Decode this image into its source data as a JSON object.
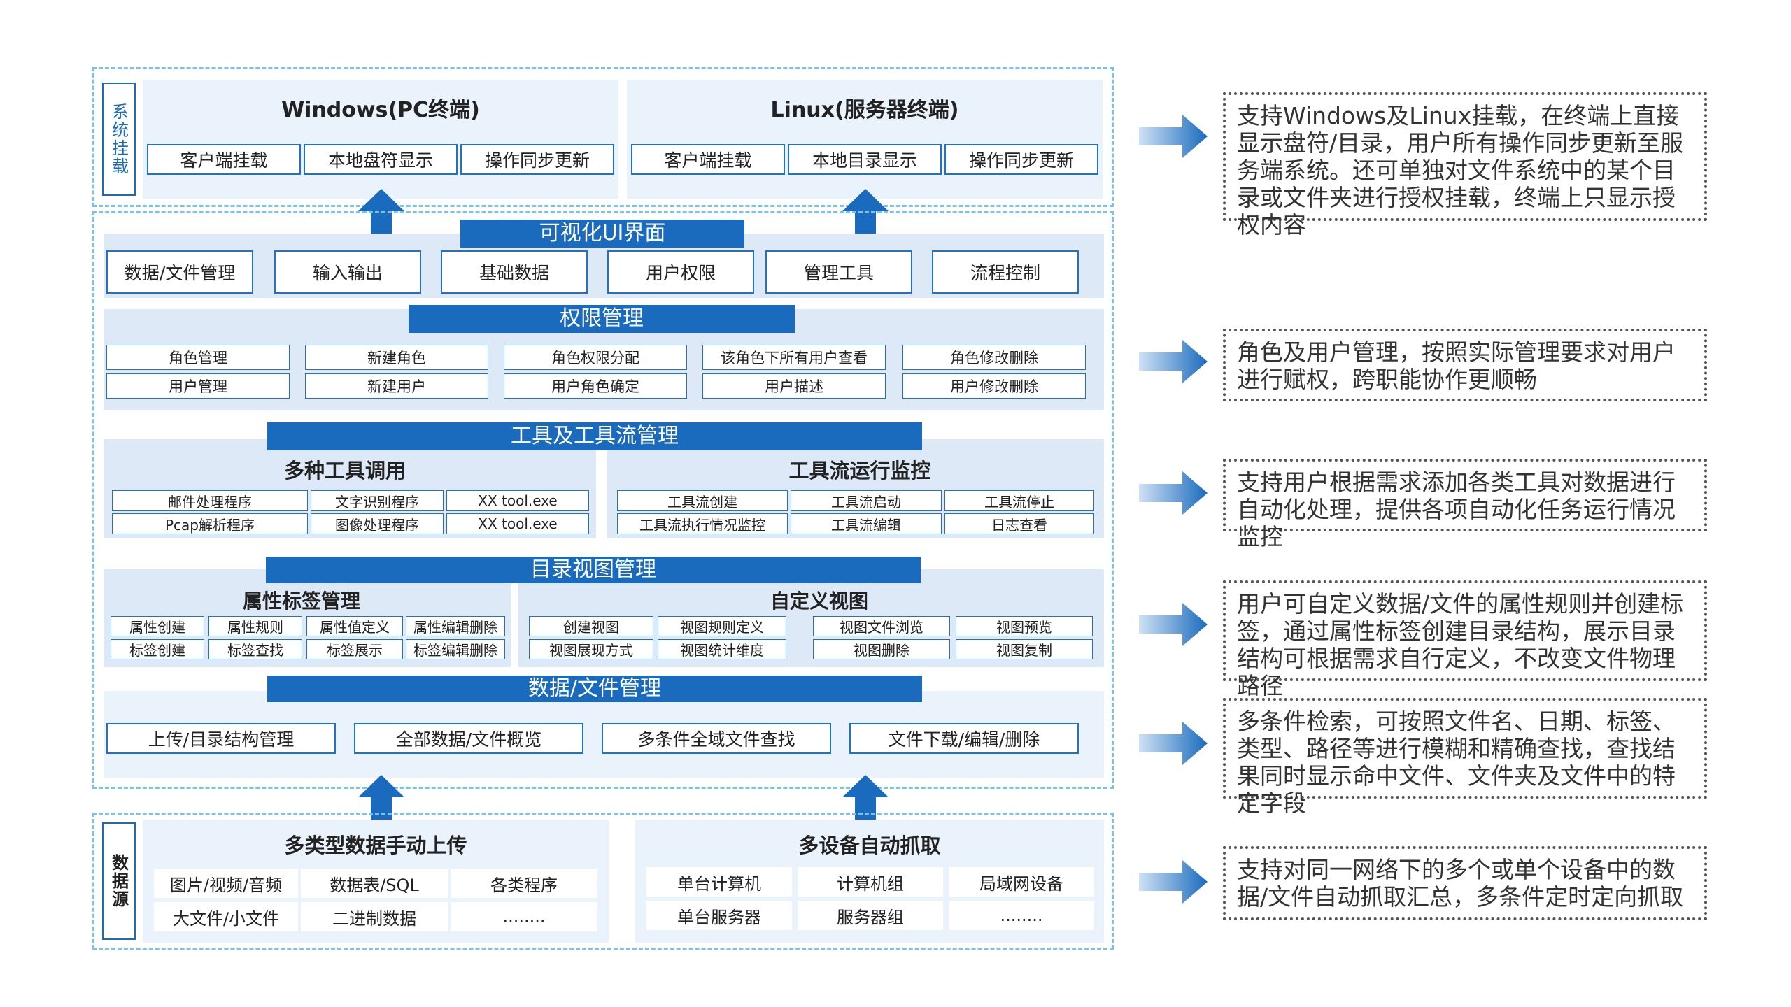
{
  "colors": {
    "accent": "#1a6bbd",
    "panel": "#dde9f6",
    "frame": "#7cc1e6"
  },
  "mount": {
    "side_label": "系统挂载",
    "windows": {
      "title": "Windows(PC终端)",
      "items": [
        "客户端挂载",
        "本地盘符显示",
        "操作同步更新"
      ]
    },
    "linux": {
      "title": "Linux(服务器终端)",
      "items": [
        "客户端挂载",
        "本地目录显示",
        "操作同步更新"
      ]
    }
  },
  "ui": {
    "banner": "可视化UI界面",
    "items": [
      "数据/文件管理",
      "输入输出",
      "基础数据",
      "用户权限",
      "管理工具",
      "流程控制"
    ]
  },
  "perm": {
    "banner": "权限管理",
    "row1": [
      "角色管理",
      "新建角色",
      "角色权限分配",
      "该角色下所有用户查看",
      "角色修改删除"
    ],
    "row2": [
      "用户管理",
      "新建用户",
      "用户角色确定",
      "用户描述",
      "用户修改删除"
    ]
  },
  "tools": {
    "banner": "工具及工具流管理",
    "left": {
      "title": "多种工具调用",
      "row1": [
        "邮件处理程序",
        "文字识别程序",
        "XX tool.exe"
      ],
      "row2": [
        "Pcap解析程序",
        "图像处理程序",
        "XX tool.exe"
      ]
    },
    "right": {
      "title": "工具流运行监控",
      "row1": [
        "工具流创建",
        "工具流启动",
        "工具流停止"
      ],
      "row2": [
        "工具流执行情况监控",
        "工具流编辑",
        "日志查看"
      ]
    }
  },
  "catalog": {
    "banner": "目录视图管理",
    "left": {
      "title": "属性标签管理",
      "row1": [
        "属性创建",
        "属性规则",
        "属性值定义",
        "属性编辑删除"
      ],
      "row2": [
        "标签创建",
        "标签查找",
        "标签展示",
        "标签编辑删除"
      ]
    },
    "right": {
      "title": "自定义视图",
      "row1": [
        "创建视图",
        "视图规则定义",
        "视图文件浏览",
        "视图预览"
      ],
      "row2": [
        "视图展现方式",
        "视图统计维度",
        "视图删除",
        "视图复制"
      ]
    }
  },
  "data_mgmt": {
    "banner": "数据/文件管理",
    "items": [
      "上传/目录结构管理",
      "全部数据/文件概览",
      "多条件全域文件查找",
      "文件下载/编辑/删除"
    ]
  },
  "source": {
    "side_label": "数据源",
    "left": {
      "title": "多类型数据手动上传",
      "row1": [
        "图片/视频/音频",
        "数据表/SQL",
        "各类程序"
      ],
      "row2": [
        "大文件/小文件",
        "二进制数据",
        "........"
      ]
    },
    "right": {
      "title": "多设备自动抓取",
      "row1": [
        "单台计算机",
        "计算机组",
        "局域网设备"
      ],
      "row2": [
        "单台服务器",
        "服务器组",
        "........"
      ]
    }
  },
  "notes": [
    "支持Windows及Linux挂载，在终端上直接显示盘符/目录，用户所有操作同步更新至服务端系统。还可单独对文件系统中的某个目录或文件夹进行授权挂载，终端上只显示授权内容",
    "角色及用户管理，按照实际管理要求对用户进行赋权，跨职能协作更顺畅",
    "支持用户根据需求添加各类工具对数据进行自动化处理，提供各项自动化任务运行情况监控",
    "用户可自定义数据/文件的属性规则并创建标签，通过属性标签创建目录结构，展示目录结构可根据需求自行定义，不改变文件物理路径",
    "多条件检索，可按照文件名、日期、标签、类型、路径等进行模糊和精确查找，查找结果同时显示命中文件、文件夹及文件中的特定字段",
    "支持对同一网络下的多个或单个设备中的数据/文件自动抓取汇总，多条件定时定向抓取"
  ]
}
